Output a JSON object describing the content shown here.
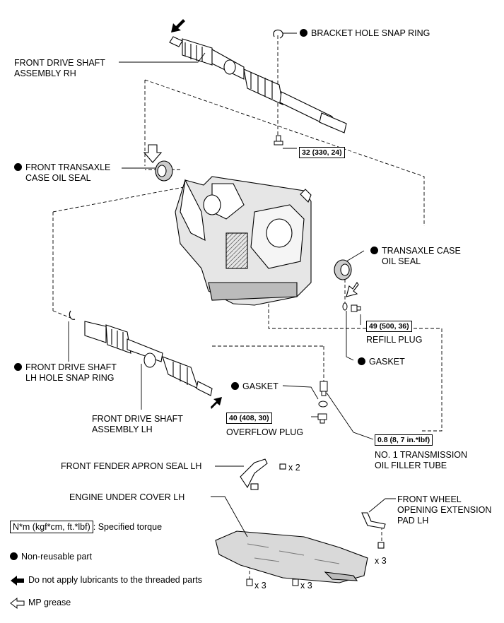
{
  "labels": {
    "front_drive_shaft_rh": [
      "FRONT DRIVE SHAFT",
      "ASSEMBLY RH"
    ],
    "bracket_hole_snap_ring": "BRACKET HOLE SNAP RING",
    "front_transaxle_case_oil_seal": [
      "FRONT TRANSAXLE",
      "CASE OIL SEAL"
    ],
    "transaxle_case_oil_seal": [
      "TRANSAXLE CASE",
      "OIL SEAL"
    ],
    "refill_plug": "REFILL PLUG",
    "gasket_right": "GASKET",
    "front_drive_shaft_lh_hole_snap_ring": [
      "FRONT DRIVE SHAFT",
      "LH HOLE SNAP RING"
    ],
    "gasket_center": "GASKET",
    "front_drive_shaft_lh": [
      "FRONT DRIVE SHAFT",
      "ASSEMBLY LH"
    ],
    "overflow_plug": "OVERFLOW PLUG",
    "oil_filler_tube": [
      "NO. 1 TRANSMISSION",
      "OIL FILLER TUBE"
    ],
    "front_fender_apron_seal_lh": "FRONT FENDER APRON SEAL LH",
    "engine_under_cover_lh": "ENGINE UNDER COVER LH",
    "front_wheel_opening_extension_pad_lh": [
      "FRONT WHEEL",
      "OPENING EXTENSION",
      "PAD LH"
    ]
  },
  "torques": {
    "shaft_bolt": "32 (330, 24)",
    "refill_plug": "49 (500, 36)",
    "overflow_plug": "40 (408, 30)",
    "filler_tube": "0.8 (8, 7 in.*lbf)"
  },
  "quantities": {
    "apron_seal_screws": "x 2",
    "pad_clip": "x 3",
    "cover_clips_left": "x 3",
    "cover_clips_right": "x 3"
  },
  "legend": {
    "torque_box": "N*m (kgf*cm, ft.*lbf)",
    "torque_text": ": Specified torque",
    "non_reusable": "Non-reusable part",
    "no_lubricant": "Do not apply lubricants to the threaded parts",
    "mp_grease": "MP grease"
  },
  "icons": {
    "non_reusable": "filled-circle-icon",
    "no_lubricant": "filled-arrow-icon",
    "mp_grease": "hollow-arrow-icon"
  },
  "colors": {
    "ink": "#000000",
    "shade": "#d9d9d9",
    "dark_shade": "#555555"
  }
}
